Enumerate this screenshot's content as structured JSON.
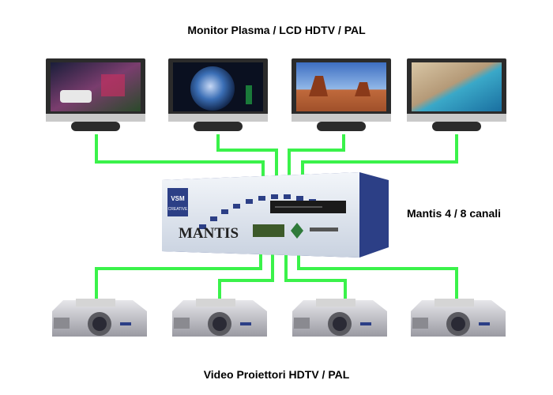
{
  "titles": {
    "monitors": "Monitor Plasma / LCD HDTV / PAL",
    "device": "Mantis 4 / 8 canali",
    "projectors": "Video Proiettori HDTV / PAL"
  },
  "device_labels": {
    "brand": "MANTIS",
    "badge_top": "VSM",
    "badge_bottom": "CREATIVE"
  },
  "colors": {
    "connection": "#3af24a",
    "monitor_frame": "#2b2b2b",
    "monitor_bezel": "#c9c9c9",
    "projector_body": "#c7c7cc",
    "device_front": "#e9eef5",
    "device_accent": "#2c3f86"
  },
  "monitors": [
    {
      "screen": "car-show-scene-icon"
    },
    {
      "screen": "earth-globe-scene-icon"
    },
    {
      "screen": "desert-landscape-scene-icon"
    },
    {
      "screen": "coastline-scene-icon"
    }
  ],
  "projectors": [
    {
      "name": "projector"
    },
    {
      "name": "projector"
    },
    {
      "name": "projector"
    },
    {
      "name": "projector"
    }
  ]
}
